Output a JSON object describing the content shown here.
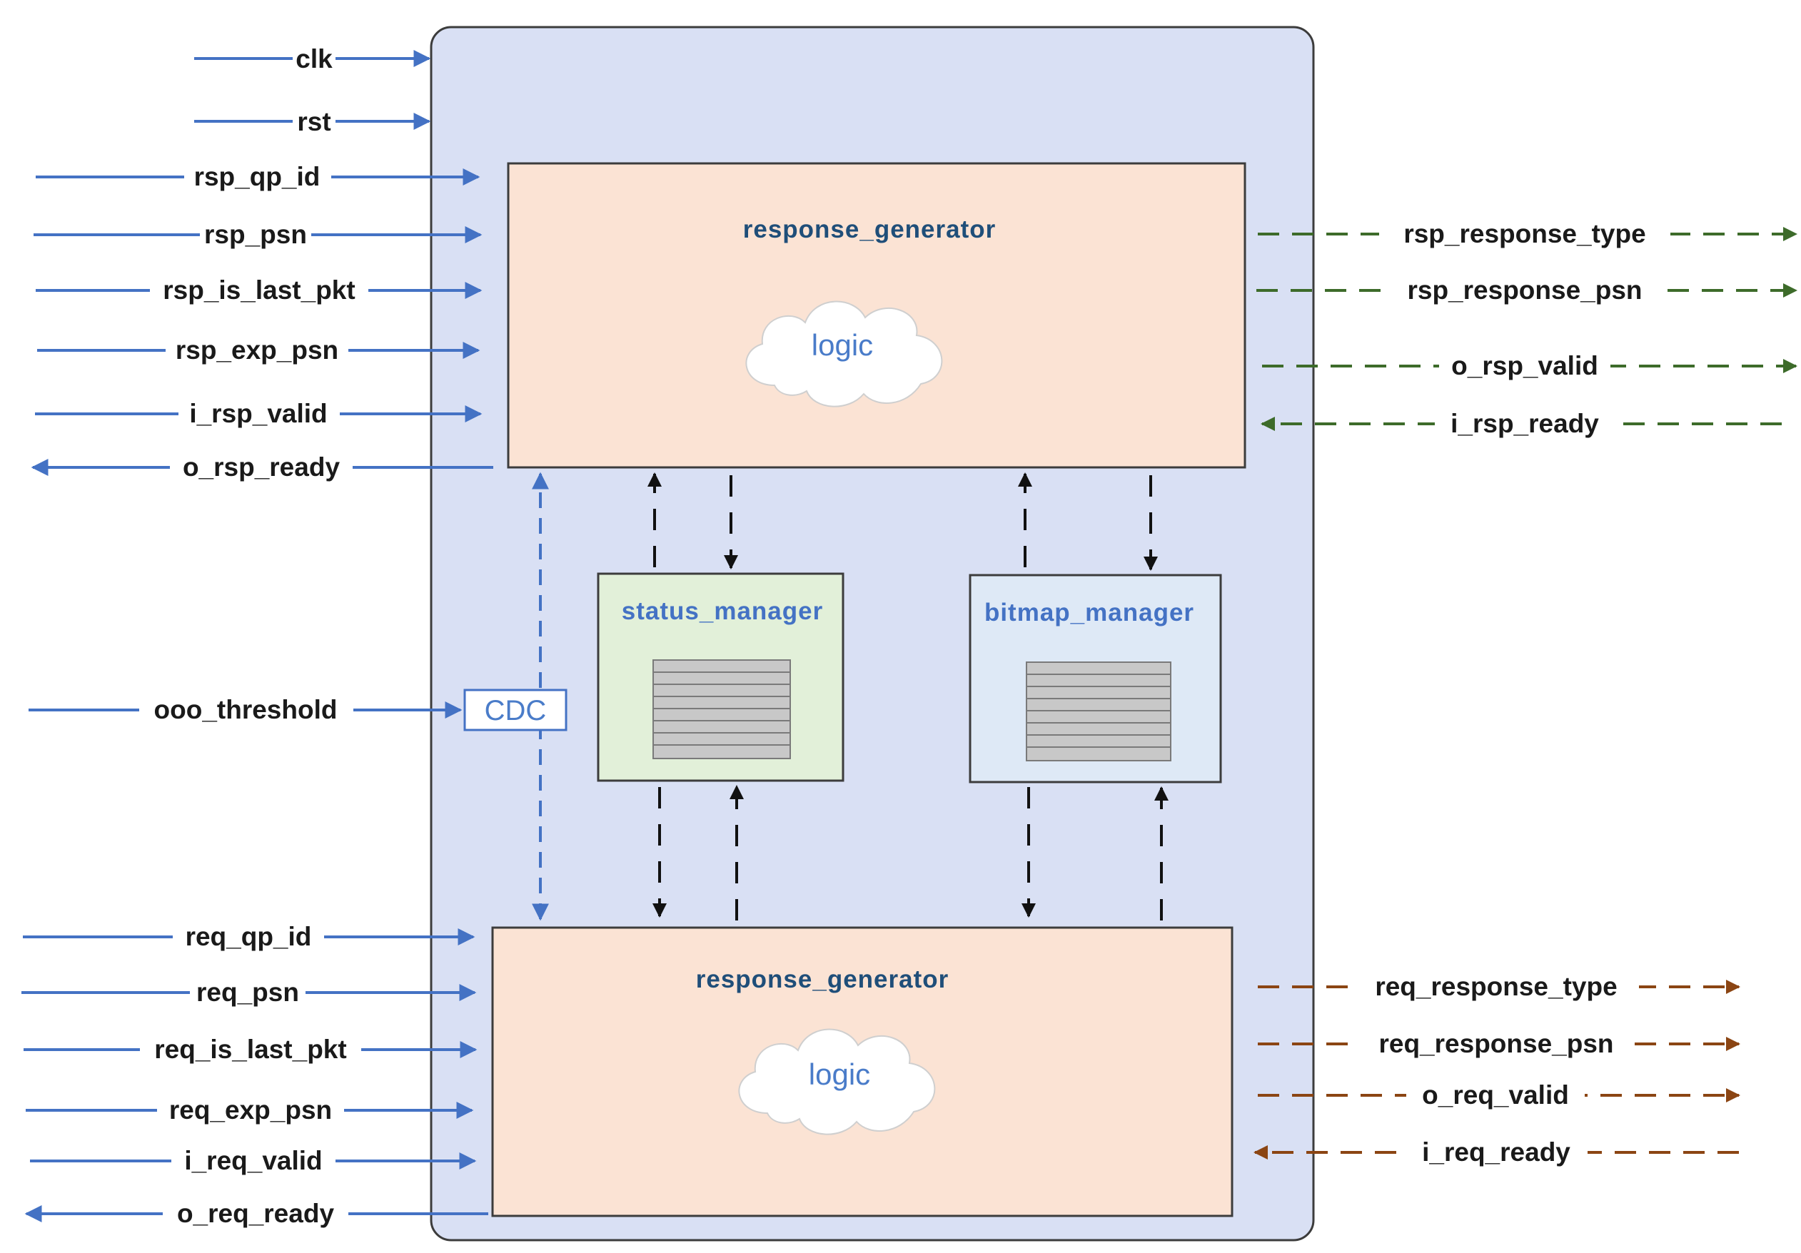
{
  "diagram": {
    "colors": {
      "outer_fill": "#d9e0f4",
      "outer_stroke": "#3c3c3c",
      "generator_fill": "#fbe3d4",
      "status_fill": "#e2f0d9",
      "bitmap_fill": "#dee9f6",
      "blue_wire": "#4472c4",
      "green_wire": "#3d6b2a",
      "brown_wire": "#8b4513",
      "internal_wire": "#111111",
      "title_dark_blue": "#1f4e79",
      "title_blue": "#4472c4"
    },
    "clock_inputs": [
      {
        "name": "clk"
      },
      {
        "name": "rst"
      }
    ],
    "rsp_block": {
      "title": "response_generator",
      "logic_label": "logic",
      "inputs": [
        "rsp_qp_id",
        "rsp_psn",
        "rsp_is_last_pkt",
        "rsp_exp_psn",
        "i_rsp_valid"
      ],
      "ready_output": "o_rsp_ready",
      "outputs": [
        "rsp_response_type",
        "rsp_response_psn",
        "o_rsp_valid"
      ],
      "ready_input": "i_rsp_ready"
    },
    "req_block": {
      "title": "response_generator",
      "logic_label": "logic",
      "inputs": [
        "req_qp_id",
        "req_psn",
        "req_is_last_pkt",
        "req_exp_psn",
        "i_req_valid"
      ],
      "ready_output": "o_req_ready",
      "outputs": [
        "req_response_type",
        "req_response_psn",
        "o_req_valid"
      ],
      "ready_input": "i_req_ready"
    },
    "status_manager": {
      "title": "status_manager",
      "icon": "memory-table-icon"
    },
    "bitmap_manager": {
      "title": "bitmap_manager",
      "icon": "memory-table-icon"
    },
    "threshold": {
      "name": "ooo_threshold",
      "sync_label": "CDC"
    }
  }
}
